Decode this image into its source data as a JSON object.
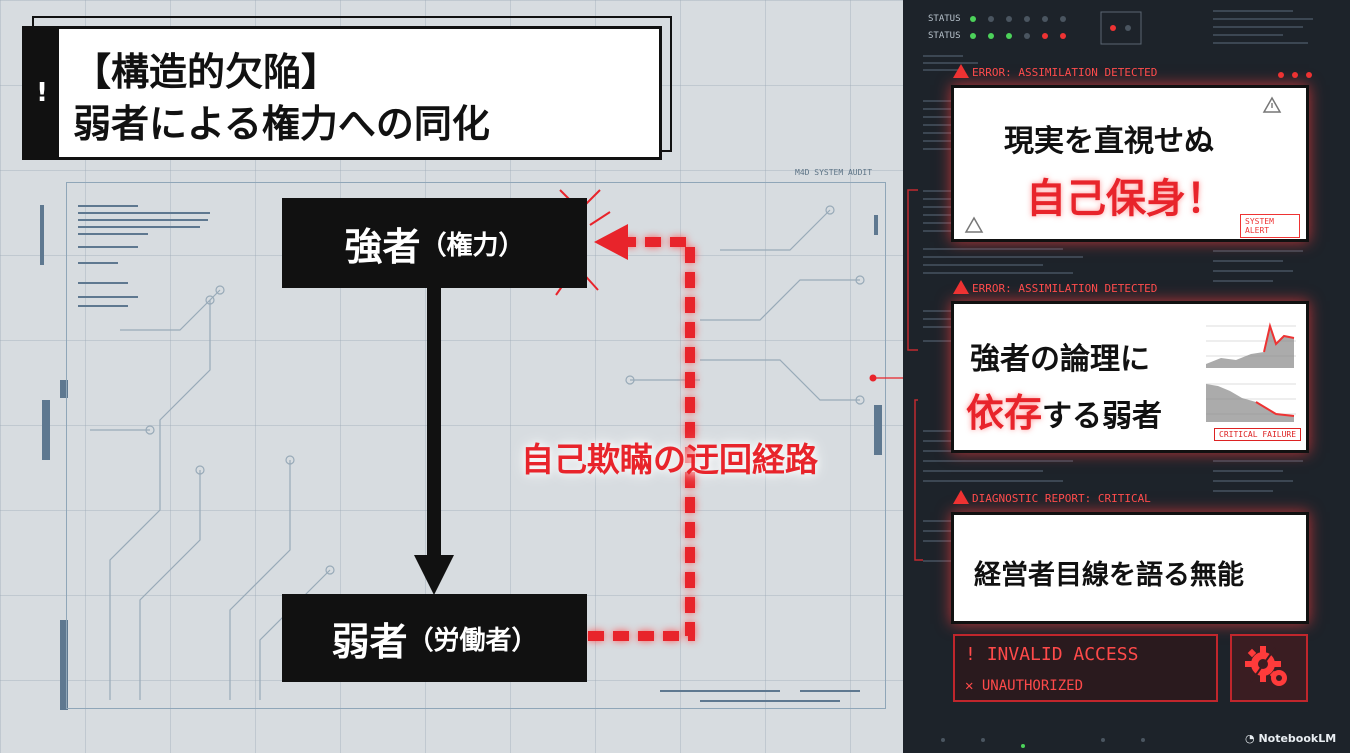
{
  "title": {
    "line1": "【構造的欠陥】",
    "line2": "弱者による権力への同化",
    "mark": "!"
  },
  "diagram": {
    "frame_label": "M4D SYSTEM AUDIT",
    "strong": {
      "main": "強者",
      "paren": "（権力）"
    },
    "weak": {
      "main": "弱者",
      "paren": "（労働者）"
    },
    "path_label": "自己欺瞞の迂回経路"
  },
  "sidebar": {
    "status1": "STATUS",
    "status2": "STATUS",
    "error1": "ERROR: ASSIMILATION DETECTED",
    "error2": "ERROR: ASSIMILATION DETECTED",
    "diagnostic": "DIAGNOSTIC REPORT: CRITICAL",
    "card1": {
      "line1": "現実を直視せぬ",
      "line2": "自己保身！",
      "alert": "SYSTEM ALERT"
    },
    "card2": {
      "line1": "強者の論理に",
      "line2a": "依存",
      "line2b": "する弱者",
      "critical": "CRITICAL FAILURE"
    },
    "card3": {
      "text": "経営者目線を語る無能"
    },
    "invalid": "INVALID ACCESS",
    "unauthorized": "UNAUTHORIZED",
    "brand": "NotebookLM"
  },
  "colors": {
    "accent_red": "#e8242b",
    "dark_panel": "#1d232a",
    "node_black": "#111111"
  }
}
